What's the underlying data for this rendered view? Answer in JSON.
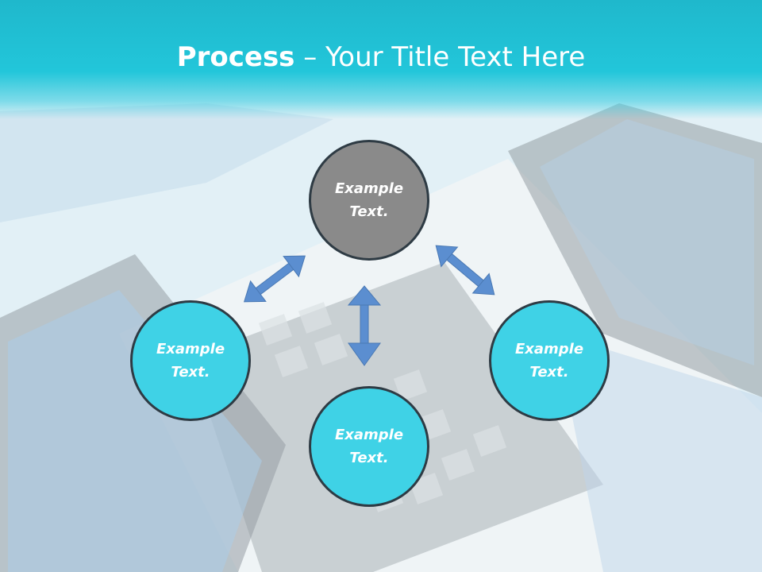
{
  "slide": {
    "title_bold": "Process",
    "title_rest": " – Your Title Text Here"
  },
  "nodes": {
    "top": {
      "text": "Example Text."
    },
    "left": {
      "text": "Example Text."
    },
    "bottom": {
      "text": "Example Text."
    },
    "right": {
      "text": "Example Text."
    }
  },
  "colors": {
    "banner": "#22c6da",
    "node_top": "#8a8a8a",
    "node_other": "#3fd2e6",
    "arrow": "#5b8ed0",
    "node_border": "#2e3b44"
  }
}
